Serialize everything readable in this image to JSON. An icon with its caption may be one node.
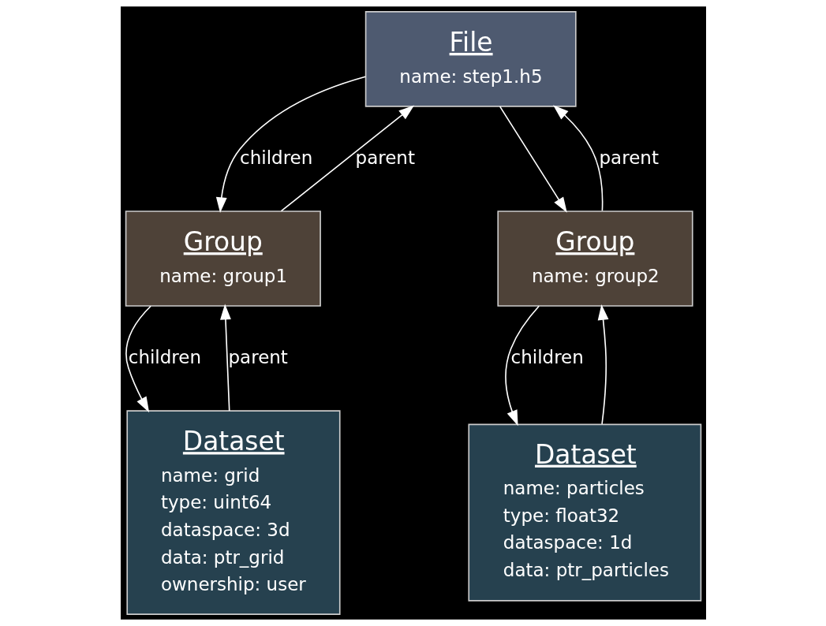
{
  "diagram": {
    "nodes": [
      {
        "text": [
          "File",
          "name: step1.h5"
        ]
      },
      {
        "text": [
          "Group",
          "name: group1"
        ]
      },
      {
        "text": [
          "Group",
          "name: group2"
        ]
      },
      {
        "text": [
          "Dataset",
          "name: grid",
          "type: uint64",
          "dataspace: 3d",
          "data: ptr_grid",
          "ownership: user"
        ]
      },
      {
        "text": [
          "Dataset",
          "name: particles",
          "type: float32",
          "dataspace: 1d",
          "data: ptr_particles"
        ]
      }
    ],
    "edges": [
      {
        "from": 1,
        "to": 0,
        "arrow": "to",
        "label": "parent"
      },
      {
        "from": 0,
        "to": 1,
        "arrow": "to",
        "label": "children"
      },
      {
        "from": 0,
        "to": 2,
        "arrow": "to"
      },
      {
        "from": 2,
        "to": 0,
        "arrow": "to",
        "label": "parent"
      },
      {
        "from": 3,
        "to": 1,
        "arrow": "to",
        "label": "parent"
      },
      {
        "from": 1,
        "to": 3,
        "arrow": "to",
        "label": "children"
      },
      {
        "from": 2,
        "to": 4,
        "arrow": "to",
        "label": "children"
      },
      {
        "from": 4,
        "to": 2,
        "arrow": "to"
      }
    ]
  }
}
